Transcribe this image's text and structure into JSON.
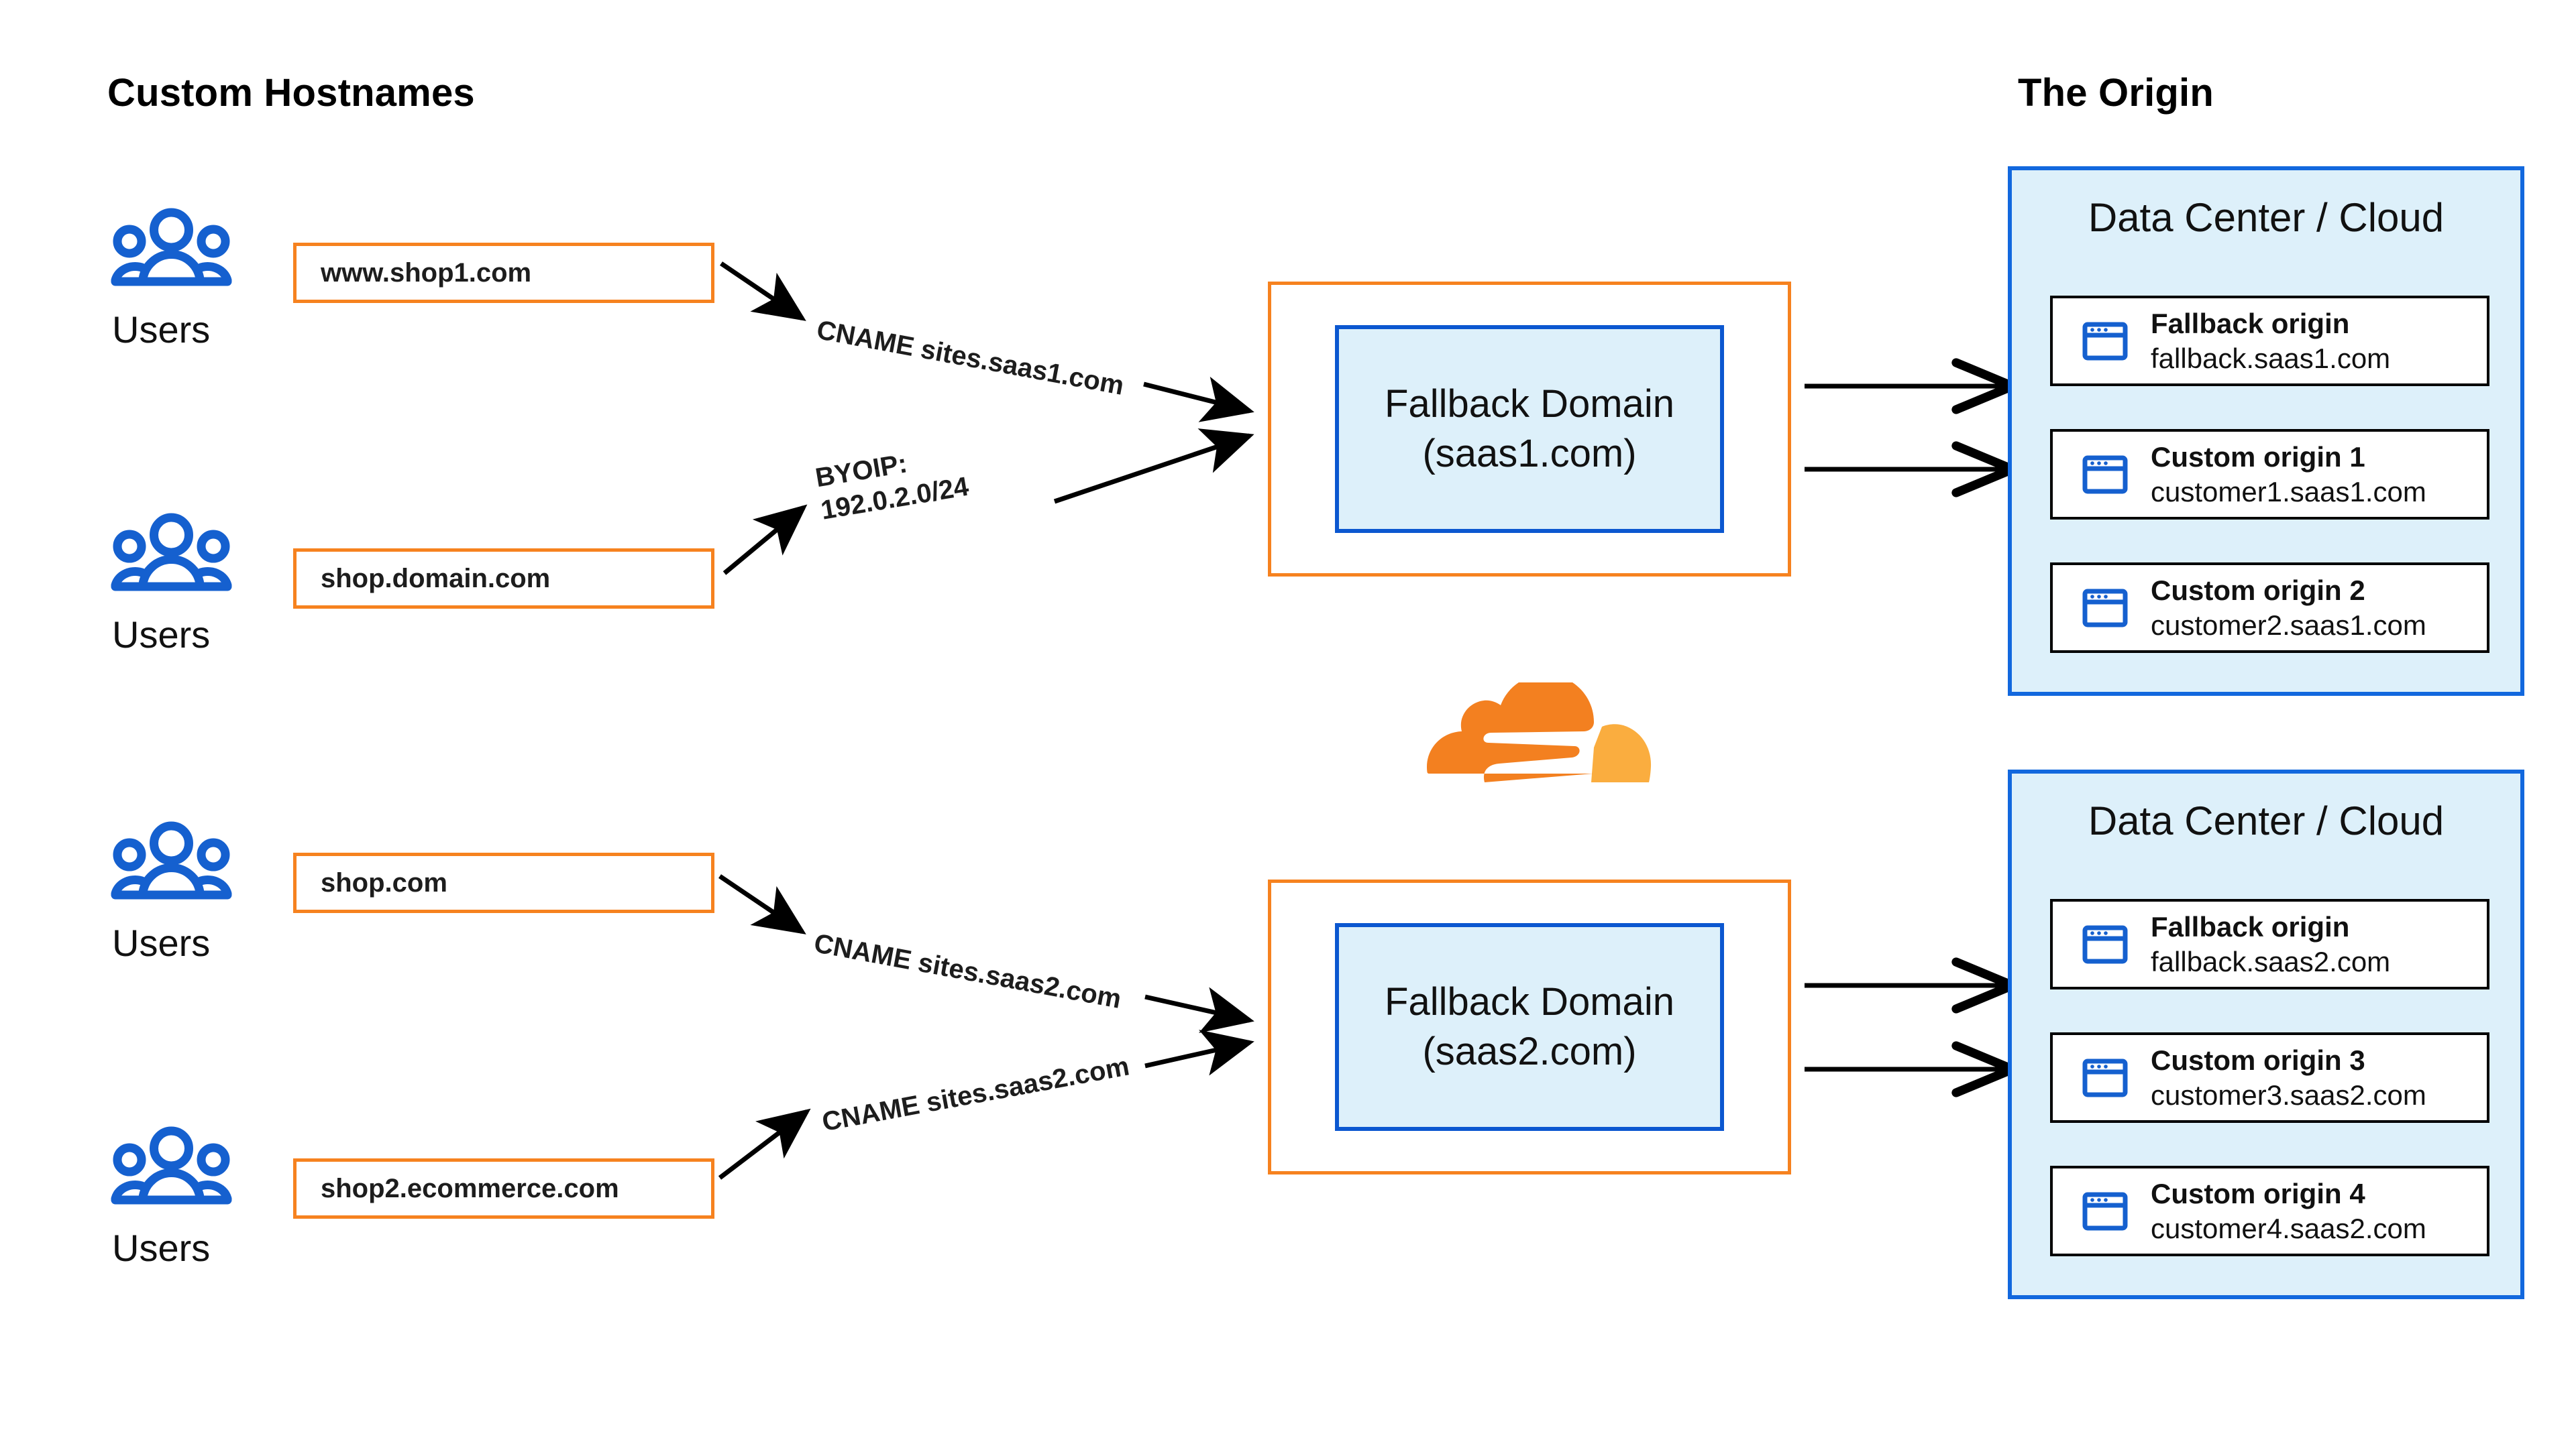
{
  "headings": {
    "left": "Custom Hostnames",
    "right": "The Origin"
  },
  "colors": {
    "orange": "#F6821F",
    "orange_light": "#FAAD3F",
    "blue": "#1268DE",
    "blue_dark": "#0B57D0",
    "panel_fill": "#DDF0FA",
    "icon_blue": "#1560CF",
    "text": "#111111",
    "arrow": "#000000"
  },
  "user_groups": [
    {
      "label": "Users",
      "icon": "users-icon"
    },
    {
      "label": "Users",
      "icon": "users-icon"
    },
    {
      "label": "Users",
      "icon": "users-icon"
    },
    {
      "label": "Users",
      "icon": "users-icon"
    }
  ],
  "hostnames": [
    {
      "value": "www.shop1.com"
    },
    {
      "value": "shop.domain.com"
    },
    {
      "value": "shop.com"
    },
    {
      "value": "shop2.ecommerce.com"
    }
  ],
  "connector_labels": [
    {
      "line1": "CNAME sites.saas1.com",
      "line2": ""
    },
    {
      "line1": "BYOIP:",
      "line2": "192.0.2.0/24"
    },
    {
      "line1": "CNAME sites.saas2.com",
      "line2": ""
    },
    {
      "line1": "CNAME sites.saas2.com",
      "line2": ""
    }
  ],
  "fallback_domains": [
    {
      "line1": "Fallback Domain",
      "line2": "(saas1.com)"
    },
    {
      "line1": "Fallback Domain",
      "line2": "(saas2.com)"
    }
  ],
  "data_centers": [
    {
      "title": "Data Center / Cloud",
      "origins": [
        {
          "name": "Fallback origin",
          "host": "fallback.saas1.com",
          "icon": "browser-window-icon"
        },
        {
          "name": "Custom origin 1",
          "host": "customer1.saas1.com",
          "icon": "browser-window-icon"
        },
        {
          "name": "Custom origin 2",
          "host": "customer2.saas1.com",
          "icon": "browser-window-icon"
        }
      ]
    },
    {
      "title": "Data Center / Cloud",
      "origins": [
        {
          "name": "Fallback origin",
          "host": "fallback.saas2.com",
          "icon": "browser-window-icon"
        },
        {
          "name": "Custom origin 3",
          "host": "customer3.saas2.com",
          "icon": "browser-window-icon"
        },
        {
          "name": "Custom origin 4",
          "host": "customer4.saas2.com",
          "icon": "browser-window-icon"
        }
      ]
    }
  ],
  "logo": {
    "name": "cloudflare-logo"
  }
}
